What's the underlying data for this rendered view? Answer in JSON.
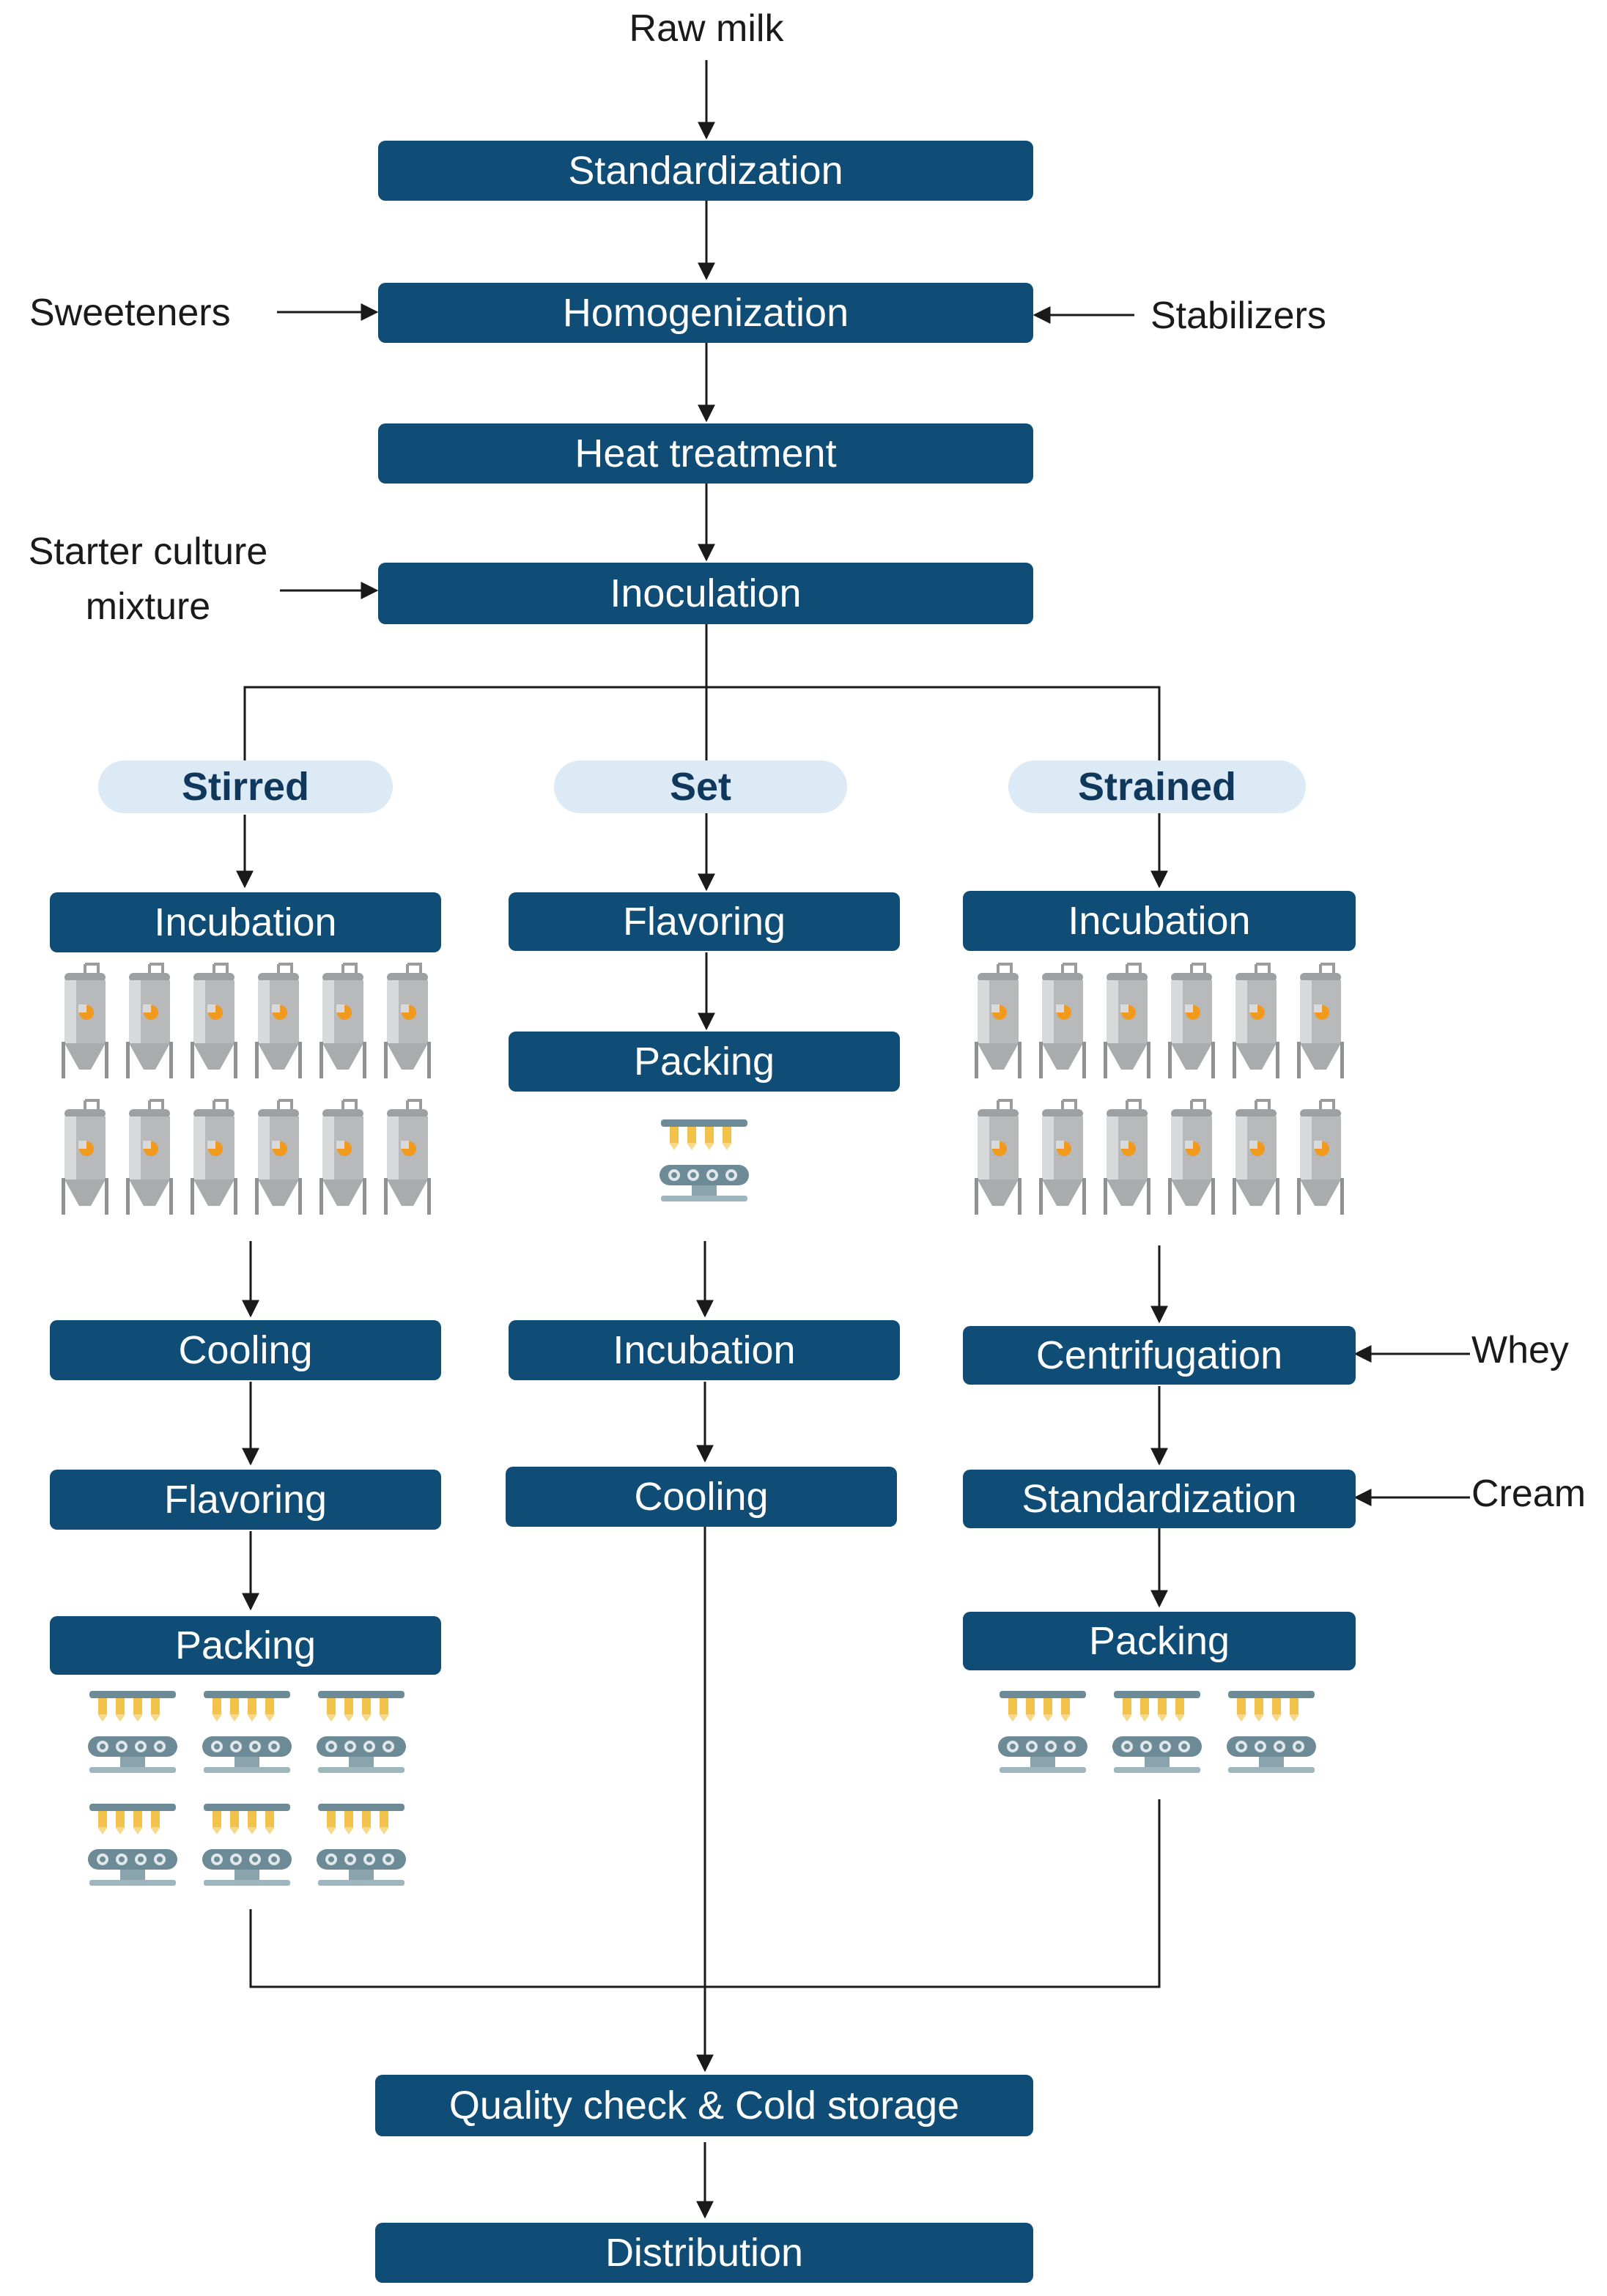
{
  "inputs": {
    "raw_milk": "Raw milk",
    "sweeteners": "Sweeteners",
    "stabilizers": "Stabilizers",
    "starter_line1": "Starter culture",
    "starter_line2": "mixture",
    "whey": "Whey",
    "cream": "Cream"
  },
  "main_steps": {
    "standardization": "Standardization",
    "homogenization": "Homogenization",
    "heat_treatment": "Heat treatment",
    "inoculation": "Inoculation",
    "quality_check": "Quality check & Cold storage",
    "distribution": "Distribution"
  },
  "branches": {
    "stirred": {
      "name": "Stirred",
      "steps": [
        "Incubation",
        "Cooling",
        "Flavoring",
        "Packing"
      ]
    },
    "set": {
      "name": "Set",
      "steps": [
        "Flavoring",
        "Packing",
        "Incubation",
        "Cooling"
      ]
    },
    "strained": {
      "name": "Strained",
      "steps": [
        "Incubation",
        "Centrifugation",
        "Standardization",
        "Packing"
      ]
    }
  },
  "icons": {
    "fermentation_tank": "fermentation-tank-icon",
    "packing_line": "packing-line-icon"
  },
  "colors": {
    "step_box": "#0f4c76",
    "branch_pill": "#dbeaf5",
    "branch_text": "#10375c",
    "connector": "#1a1a1a",
    "tank_body": "#b7b9bb",
    "tank_accent": "#f29a1d",
    "belt": "#6d8a97",
    "nozzle": "#f3c24b"
  }
}
